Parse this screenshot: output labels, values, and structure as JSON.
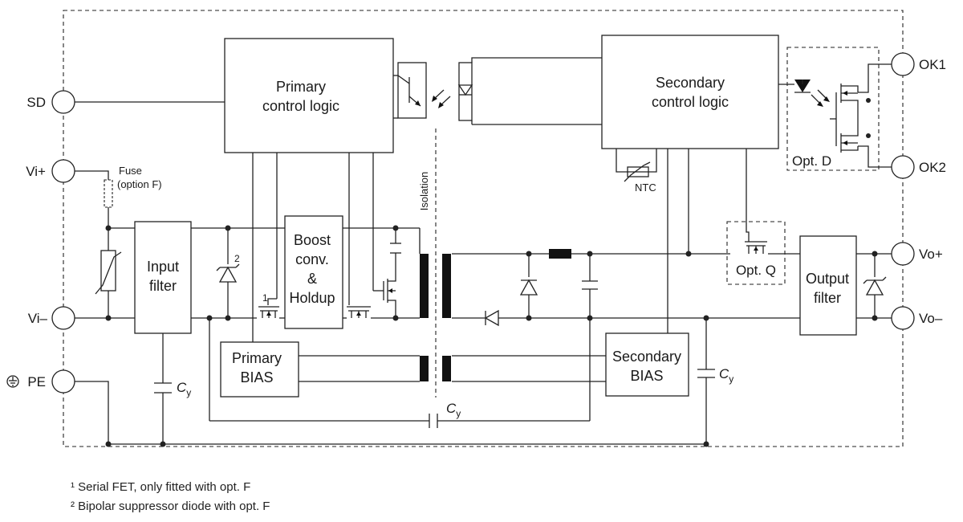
{
  "terminals": {
    "sd": "SD",
    "vi_plus": "Vi+",
    "vi_minus": "Vi–",
    "pe": "PE",
    "ok1": "OK1",
    "ok2": "OK2",
    "vo_plus": "Vo+",
    "vo_minus": "Vo–"
  },
  "blocks": {
    "primary_control": [
      "Primary",
      "control logic"
    ],
    "secondary_control": [
      "Secondary",
      "control logic"
    ],
    "input_filter": [
      "Input",
      "filter"
    ],
    "boost": [
      "Boost",
      "conv.",
      "&",
      "Holdup"
    ],
    "primary_bias": [
      "Primary",
      "BIAS"
    ],
    "secondary_bias": [
      "Secondary",
      "BIAS"
    ],
    "output_filter": [
      "Output",
      "filter"
    ]
  },
  "labels": {
    "fuse": "Fuse",
    "fuse_option": "(option F)",
    "isolation": "Isolation",
    "ntc": "NTC",
    "opt_d": "Opt. D",
    "opt_q": "Opt. Q",
    "cy": "C",
    "cy_sub": "y",
    "fet_ref": "1",
    "diode_ref": "2"
  },
  "footnotes": [
    "¹ Serial FET, only fitted with opt. F",
    "² Bipolar suppressor diode with opt. F"
  ]
}
